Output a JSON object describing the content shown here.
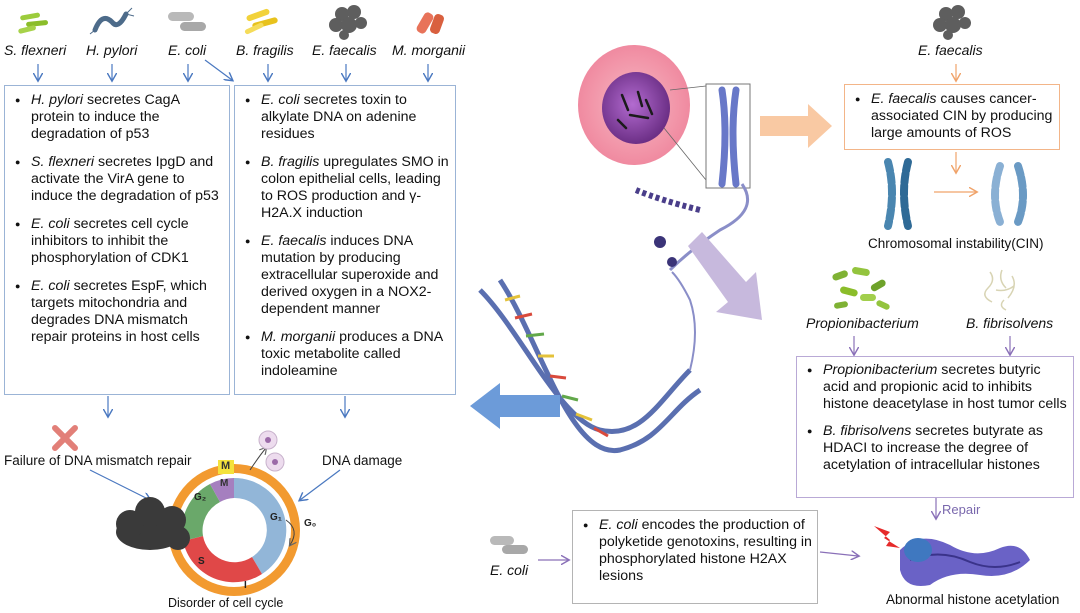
{
  "top_bacteria": [
    "S. flexneri",
    "H. pylori",
    "E. coli",
    "B. fragilis",
    "E. faecalis",
    "M. morganii"
  ],
  "left_box": {
    "items": [
      {
        "species": "H. pylori",
        "text": " secretes CagA protein to induce the degradation of p53"
      },
      {
        "species": "S. flexneri",
        "text": " secretes IpgD and activate the VirA gene to induce the degradation of p53"
      },
      {
        "species": "E. coli",
        "text": " secretes cell cycle inhibitors to inhibit the phosphorylation of CDK1"
      },
      {
        "species": "E. coli",
        "text": " secretes EspF, which targets mitochondria and degrades DNA mismatch repair proteins in host cells"
      }
    ]
  },
  "mid_box": {
    "items": [
      {
        "species": "E. coli",
        "text": " secretes toxin to alkylate DNA on adenine residues"
      },
      {
        "species": "B. fragilis",
        "text": " upregulates SMO in colon epithelial cells, leading to ROS production and γ-H2A.X induction"
      },
      {
        "species": "E. faecalis",
        "text": " induces DNA mutation by producing extracellular superoxide and derived oxygen in a NOX2-dependent manner"
      },
      {
        "species": "M. morganii",
        "text": " produces a DNA toxic metabolite called indoleamine"
      }
    ]
  },
  "cell_cycle": {
    "left_caption": "Failure of DNA mismatch repair",
    "right_caption": "DNA damage",
    "bottom_caption": "Disorder of cell cycle",
    "phases": {
      "m_outer": "M",
      "m_inner": "M",
      "g2": "G₂",
      "g1": "G₁",
      "s": "S",
      "i": "I",
      "g0": "G₀"
    }
  },
  "right_top": {
    "species": "E. faecalis",
    "item": {
      "species": "E. faecalis",
      "text": " causes cancer-associated CIN by producing large amounts of ROS"
    },
    "caption": "Chromosomal instability(CIN)"
  },
  "right_mid": {
    "species_left": "Propionibacterium",
    "species_right": "B. fibrisolvens",
    "items": [
      {
        "species": "Propionibacterium",
        "text": " secretes butyric acid and propionic acid to inhibits histone deacetylase in host tumor cells"
      },
      {
        "species": "B. fibrisolvens",
        "text": " secretes butyrate as HDACI to increase the degree of acetylation of intracellular histones"
      }
    ],
    "repair_label": "Repair"
  },
  "bottom": {
    "species": "E. coli",
    "item": {
      "species": "E. coli",
      "text": " encodes the production of polyketide genotoxins, resulting in phosphorylated histone H2AX lesions"
    },
    "caption": "Abnormal histone acetylation"
  },
  "colors": {
    "blue_border": "#9bb4d6",
    "orange_border": "#f3b588",
    "purple_border": "#b9a9d6",
    "blue_arrow": "#4a78c0",
    "orange_arrow": "#f0a36a",
    "purple_arrow": "#8a70b8"
  }
}
